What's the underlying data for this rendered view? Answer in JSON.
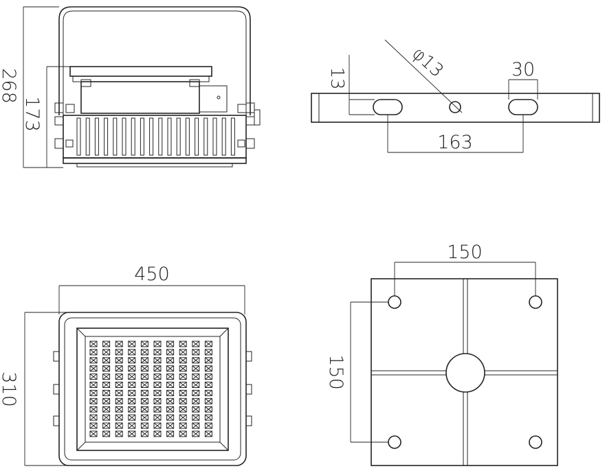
{
  "side_view": {
    "dim_total_height": "268",
    "dim_body_height": "173"
  },
  "bracket_view": {
    "dim_slot_offset": "13",
    "dim_hole_diameter": "φ13",
    "dim_slot_length": "30",
    "dim_slot_spacing": "163"
  },
  "front_view": {
    "dim_width": "450",
    "dim_height": "310",
    "led_rows": 12,
    "led_cols": 10
  },
  "mount_plate_view": {
    "dim_hole_spacing_horizontal": "150",
    "dim_hole_spacing_vertical": "150"
  }
}
